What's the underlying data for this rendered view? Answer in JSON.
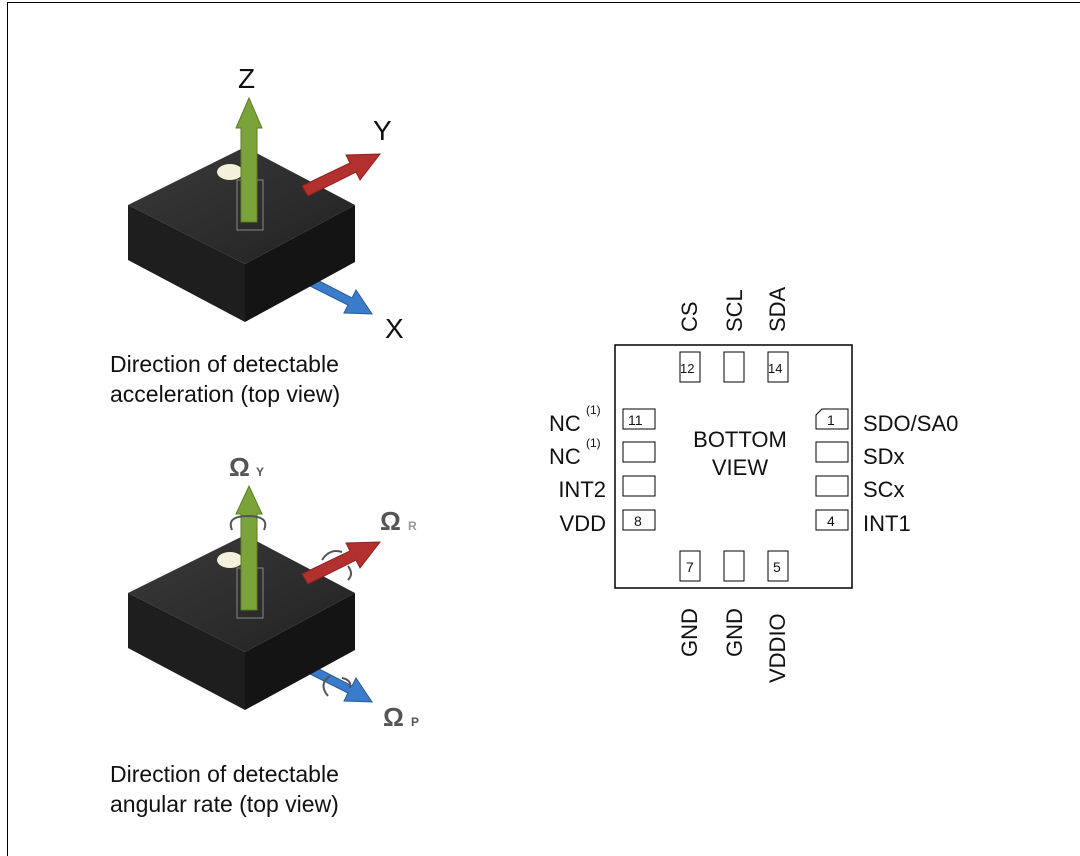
{
  "acceleration": {
    "axes": {
      "z": "Z",
      "y": "Y",
      "x": "X"
    },
    "caption_line1": "Direction of detectable",
    "caption_line2": "acceleration (top view)"
  },
  "angular": {
    "axes": {
      "yaw": "Ω",
      "yaw_sub": "Y",
      "roll": "Ω",
      "roll_sub": "R",
      "pitch": "Ω",
      "pitch_sub": "P"
    },
    "caption_line1": "Direction of detectable",
    "caption_line2": "angular rate (top view)"
  },
  "package": {
    "center_line1": "BOTTOM",
    "center_line2": "VIEW",
    "top_pins": {
      "pin12": "12",
      "pin14": "14",
      "label_cs": "CS",
      "label_scl": "SCL",
      "label_sda": "SDA"
    },
    "bottom_pins": {
      "pin7": "7",
      "pin5": "5",
      "label_gnd1": "GND",
      "label_gnd2": "GND",
      "label_vddio": "VDDIO"
    },
    "left_pins": {
      "pin11": "11",
      "pin8": "8",
      "label_nc1": "NC",
      "label_nc1_note": "(1)",
      "label_nc2": "NC",
      "label_nc2_note": "(1)",
      "label_int2": "INT2",
      "label_vdd": "VDD"
    },
    "right_pins": {
      "pin1": "1",
      "pin4": "4",
      "label_sdo": "SDO/SA0",
      "label_sdx": "SDx",
      "label_scx": "SCx",
      "label_int1": "INT1"
    }
  },
  "colors": {
    "z_arrow": "#7aa33a",
    "y_arrow": "#b2302e",
    "x_arrow": "#3a7cc9",
    "chip": "#2a2a2a"
  }
}
